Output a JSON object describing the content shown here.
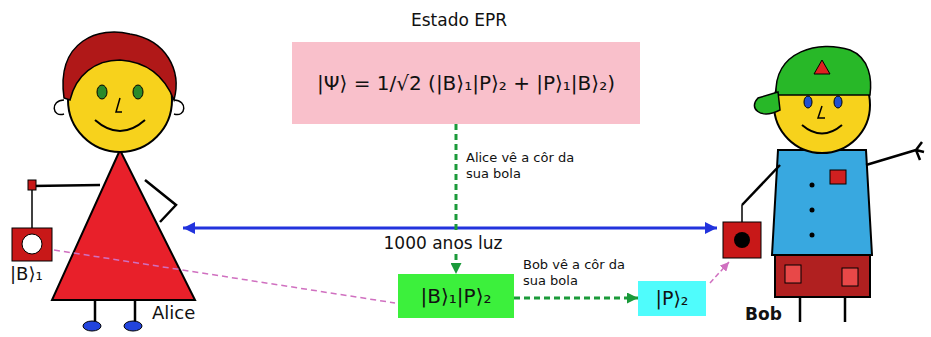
{
  "diagram": {
    "title": "Estado EPR",
    "nodes": [
      {
        "text": [
          "|Ψ⟩ = 1/√2 (|B⟩₁|P⟩₂ + |P⟩₁|B⟩₂)"
        ]
      },
      {
        "text": [
          "|B⟩₁|P⟩₂"
        ]
      },
      {
        "text": [
          "|P⟩₂"
        ]
      }
    ],
    "edges": [
      {
        "from": 0,
        "to": 1,
        "arrow": "to",
        "label": "Alice vê a côr da sua bola"
      },
      {
        "from": 1,
        "to": 2,
        "arrow": "to",
        "label": "Bob vê a côr da sua bola"
      }
    ],
    "labels": [
      "1000 anos luz",
      "|B⟩₁",
      "Alice",
      "Bob"
    ]
  }
}
